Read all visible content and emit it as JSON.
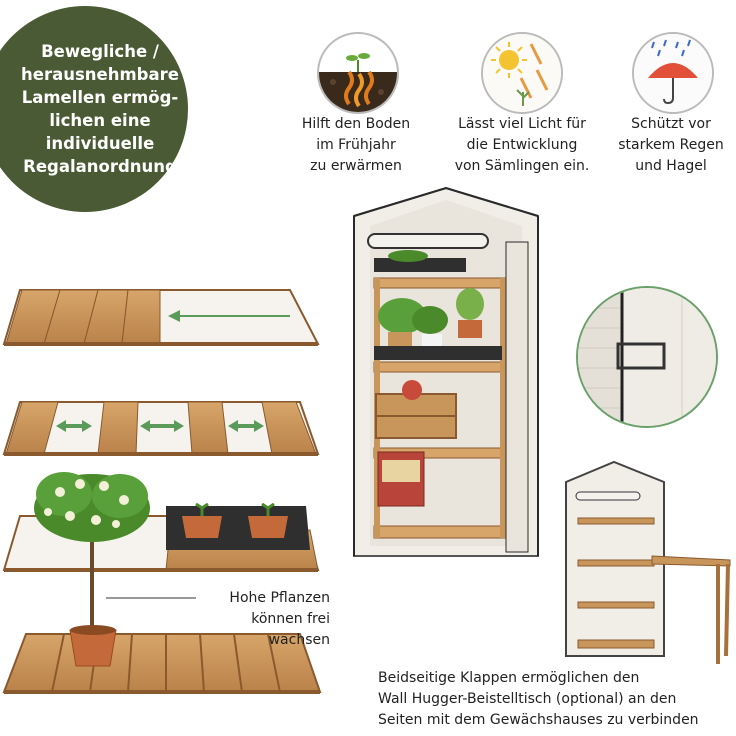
{
  "badge": {
    "lines": [
      "Bewegliche /",
      "herausnehmbare",
      "Lamellen ermög-",
      "lichen eine",
      "individuelle",
      "Regalanordnung"
    ]
  },
  "features": [
    {
      "icon": "warm-soil-icon",
      "lines": [
        "Hilft den Boden",
        "im Frühjahr",
        "zu erwärmen"
      ]
    },
    {
      "icon": "sun-light-icon",
      "lines": [
        "Lässt viel Licht für",
        "die Entwicklung",
        "von Sämlingen ein."
      ]
    },
    {
      "icon": "umbrella-rain-icon",
      "lines": [
        "Schützt vor",
        "starkem Regen",
        "und Hagel"
      ]
    }
  ],
  "plant_caption": {
    "lines": [
      "Hohe Pflanzen",
      "können frei wachsen"
    ]
  },
  "bottom_caption": {
    "lines": [
      "Beidseitige Klappen ermöglichen den",
      "Wall Hugger-Beistelltisch (optional) an den",
      "Seiten mit dem Gewächshauses zu verbinden"
    ]
  },
  "colors": {
    "badge": "#4a5a34",
    "wood": "#c8955a",
    "wood_dark": "#8a5a2e",
    "arrow": "#5a9a5a",
    "cover": "#f1eee8"
  }
}
